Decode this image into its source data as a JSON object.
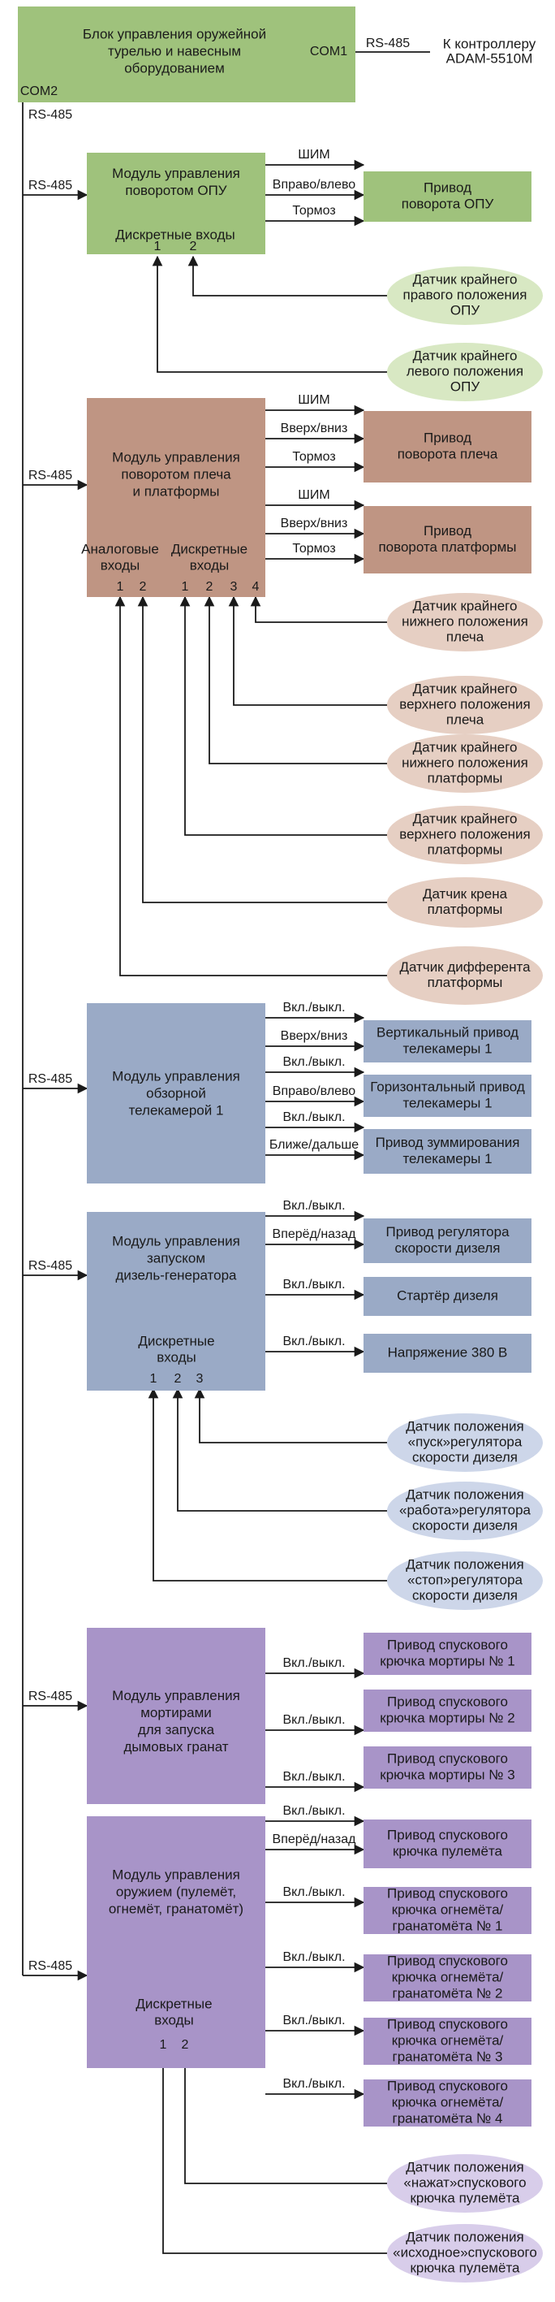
{
  "colors": {
    "green": "#9fc27c",
    "brown": "#bf9583",
    "brown_light": "#e6cfc3",
    "blue": "#9aaac6",
    "blue_light": "#cdd6e9",
    "purple": "#a894c8",
    "purple_light": "#d8cdea",
    "green_light": "#d8e8c3",
    "line": "#1a1a1a"
  },
  "main": {
    "title": [
      "Блок управления оружейной",
      "турелью и навесным",
      "оборудованием"
    ],
    "com1": "COM1",
    "com2": "COM2",
    "top_bus": "RS-485",
    "controller": [
      "К контроллеру",
      "ADAM-5510M"
    ]
  },
  "bus_label": "RS-485",
  "modules": [
    {
      "color": "green",
      "light": "green_light",
      "title": [
        "Модуль управления",
        "поворотом ОПУ"
      ],
      "io_groups": [
        {
          "label": [
            "Дискретные входы"
          ],
          "pins": [
            "1",
            "2"
          ]
        }
      ],
      "actuators": [
        {
          "signals": [
            "ШИМ",
            "Вправо/влево",
            "Тормоз"
          ],
          "label": [
            "Привод",
            "поворота ОПУ"
          ]
        }
      ],
      "sensors": [
        {
          "pin": "2",
          "label": [
            "Датчик крайнего",
            "правого положения",
            "ОПУ"
          ]
        },
        {
          "pin": "1",
          "label": [
            "Датчик крайнего",
            "левого положения",
            "ОПУ"
          ]
        }
      ]
    },
    {
      "color": "brown",
      "light": "brown_light",
      "title": [
        "Модуль управления",
        "поворотом плеча",
        "и платформы"
      ],
      "io_groups": [
        {
          "label": [
            "Аналоговые",
            "входы"
          ],
          "pins": [
            "1",
            "2"
          ]
        },
        {
          "label": [
            "Дискретные",
            "входы"
          ],
          "pins": [
            "1",
            "2",
            "3",
            "4"
          ]
        }
      ],
      "actuators": [
        {
          "signals": [
            "ШИМ",
            "Вверх/вниз",
            "Тормоз"
          ],
          "label": [
            "Привод",
            "поворота плеча"
          ]
        },
        {
          "signals": [
            "ШИМ",
            "Вверх/вниз",
            "Тормоз"
          ],
          "label": [
            "Привод",
            "поворота платформы"
          ]
        }
      ],
      "sensors": [
        {
          "pin": "4",
          "label": [
            "Датчик крайнего",
            "нижнего положения",
            "плеча"
          ]
        },
        {
          "pin": "3",
          "label": [
            "Датчик крайнего",
            "верхнего положения",
            "плеча"
          ]
        },
        {
          "pin": "2",
          "label": [
            "Датчик крайнего",
            "нижнего положения",
            "платформы"
          ]
        },
        {
          "pin": "1",
          "label": [
            "Датчик крайнего",
            "верхнего положения",
            "платформы"
          ]
        },
        {
          "pin": "2",
          "label": [
            "Датчик крена",
            "платформы"
          ]
        },
        {
          "pin": "1",
          "label": [
            "Датчик дифферента",
            "платформы"
          ]
        }
      ]
    },
    {
      "color": "blue",
      "light": "blue_light",
      "title": [
        "Модуль управления",
        "обзорной",
        "телекамерой 1"
      ],
      "io_groups": [],
      "actuators": [
        {
          "signals": [
            "Вкл./выкл.",
            "Вверх/вниз"
          ],
          "label": [
            "Вертикальный привод",
            "телекамеры 1"
          ]
        },
        {
          "signals": [
            "Вкл./выкл.",
            "Вправо/влево"
          ],
          "label": [
            "Горизонтальный привод",
            "телекамеры 1"
          ]
        },
        {
          "signals": [
            "Вкл./выкл.",
            "Ближе/дальше"
          ],
          "label": [
            "Привод зуммирования",
            "телекамеры 1"
          ]
        }
      ],
      "sensors": []
    },
    {
      "color": "blue",
      "light": "blue_light",
      "title": [
        "Модуль управления",
        "запуском",
        "дизель-генератора"
      ],
      "io_groups": [
        {
          "label": [
            "Дискретные",
            "входы"
          ],
          "pins": [
            "1",
            "2",
            "3"
          ]
        }
      ],
      "actuators": [
        {
          "signals": [
            "Вкл./выкл.",
            "Вперёд/назад"
          ],
          "label": [
            "Привод регулятора",
            "скорости дизеля"
          ]
        },
        {
          "signals": [
            "Вкл./выкл."
          ],
          "label": [
            "Стартёр дизеля"
          ]
        },
        {
          "signals": [
            "Вкл./выкл."
          ],
          "label": [
            "Напряжение 380 В"
          ]
        }
      ],
      "sensors": [
        {
          "pin": "3",
          "label": [
            "Датчик положения",
            "«пуск»регулятора",
            "скорости дизеля"
          ]
        },
        {
          "pin": "2",
          "label": [
            "Датчик положения",
            "«работа»регулятора",
            "скорости дизеля"
          ]
        },
        {
          "pin": "1",
          "label": [
            "Датчик положения",
            "«стоп»регулятора",
            "скорости дизеля"
          ]
        }
      ]
    },
    {
      "color": "purple",
      "light": "purple_light",
      "title": [
        "Модуль управления",
        "мортирами",
        "для запуска",
        "дымовых гранат"
      ],
      "io_groups": [],
      "actuators": [
        {
          "signals": [
            "Вкл./выкл."
          ],
          "label": [
            "Привод спускового",
            "крючка мортиры № 1"
          ]
        },
        {
          "signals": [
            "Вкл./выкл."
          ],
          "label": [
            "Привод спускового",
            "крючка мортиры № 2"
          ]
        },
        {
          "signals": [
            "Вкл./выкл."
          ],
          "label": [
            "Привод спускового",
            "крючка мортиры № 3"
          ]
        }
      ],
      "sensors": []
    },
    {
      "color": "purple",
      "light": "purple_light",
      "title": [
        "Модуль управления",
        "оружием (пулемёт,",
        "огнемёт, гранатомёт)"
      ],
      "io_groups": [
        {
          "label": [
            "Дискретные",
            "входы"
          ],
          "pins": [
            "1",
            "2"
          ]
        }
      ],
      "actuators": [
        {
          "signals": [
            "Вкл./выкл.",
            "Вперёд/назад"
          ],
          "label": [
            "Привод спускового",
            "крючка пулемёта"
          ]
        },
        {
          "signals": [
            "Вкл./выкл."
          ],
          "label": [
            "Привод спускового",
            "крючка огнемёта/",
            "гранатомёта № 1"
          ]
        },
        {
          "signals": [
            "Вкл./выкл."
          ],
          "label": [
            "Привод спускового",
            "крючка огнемёта/",
            "гранатомёта № 2"
          ]
        },
        {
          "signals": [
            "Вкл./выкл."
          ],
          "label": [
            "Привод спускового",
            "крючка огнемёта/",
            "гранатомёта № 3"
          ]
        },
        {
          "signals": [
            "Вкл./выкл."
          ],
          "label": [
            "Привод спускового",
            "крючка огнемёта/",
            "гранатомёта № 4"
          ]
        }
      ],
      "sensors": [
        {
          "pin": "2",
          "label": [
            "Датчик положения",
            "«нажат»спускового",
            "крючка пулемёта"
          ]
        },
        {
          "pin": "1",
          "label": [
            "Датчик положения",
            "«исходное»спускового",
            "крючка пулемёта"
          ]
        }
      ]
    }
  ]
}
